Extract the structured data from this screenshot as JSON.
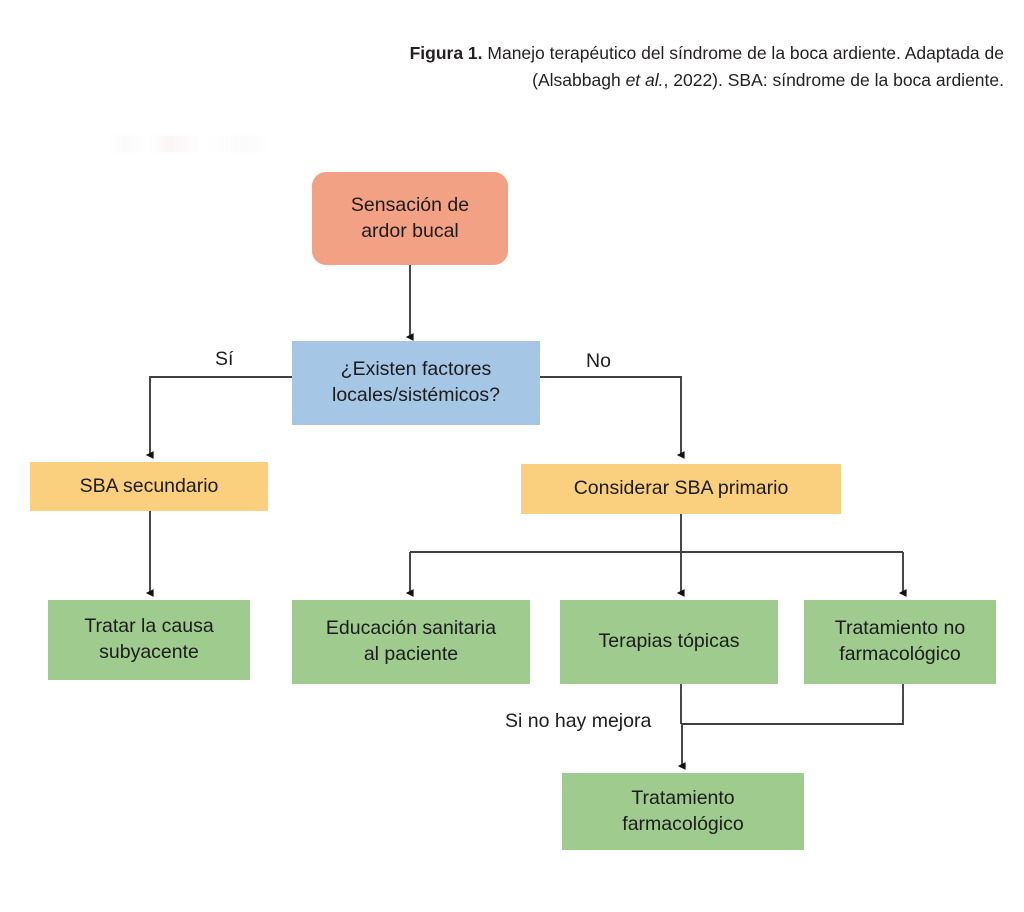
{
  "caption": {
    "figure_label": "Figura 1.",
    "line1_rest": " Manejo terapéutico del síndrome de la boca ardiente. Adaptada de",
    "line2_a": "(Alsabbagh ",
    "line2_italic": "et al.",
    "line2_b": ", 2022). SBA: síndrome de la boca ardiente."
  },
  "colors": {
    "start": "#F2A184",
    "decision": "#A6C6E6",
    "outcome": "#FAD07E",
    "action": "#9FCB8E",
    "edge": "#3f3f3f",
    "text": "#1c1c1c",
    "background": "#FFFFFF"
  },
  "nodes": {
    "start": {
      "label": "Sensación de\nardor bucal",
      "shape": "rounded-rectangle",
      "color": "#F2A184"
    },
    "decision": {
      "label": "¿Existen factores\nlocales/sistémicos?",
      "shape": "rectangle",
      "color": "#A6C6E6"
    },
    "secondary": {
      "label": "SBA secundario",
      "shape": "rectangle",
      "color": "#FAD07E"
    },
    "primary": {
      "label": "Considerar SBA primario",
      "shape": "rectangle",
      "color": "#FAD07E"
    },
    "treat_cause": {
      "label": "Tratar la causa\nsubyacente",
      "shape": "rectangle",
      "color": "#9FCB8E"
    },
    "education": {
      "label": "Educación sanitaria\nal paciente",
      "shape": "rectangle",
      "color": "#9FCB8E"
    },
    "topical": {
      "label": "Terapias tópicas",
      "shape": "rectangle",
      "color": "#9FCB8E"
    },
    "non_pharm": {
      "label": "Tratamiento no\nfarmacológico",
      "shape": "rectangle",
      "color": "#9FCB8E"
    },
    "pharm": {
      "label": "Tratamiento\nfarmacológico",
      "shape": "rectangle",
      "color": "#9FCB8E"
    }
  },
  "edge_labels": {
    "yes": "Sí",
    "no": "No",
    "no_improvement": "Si no hay mejora"
  }
}
